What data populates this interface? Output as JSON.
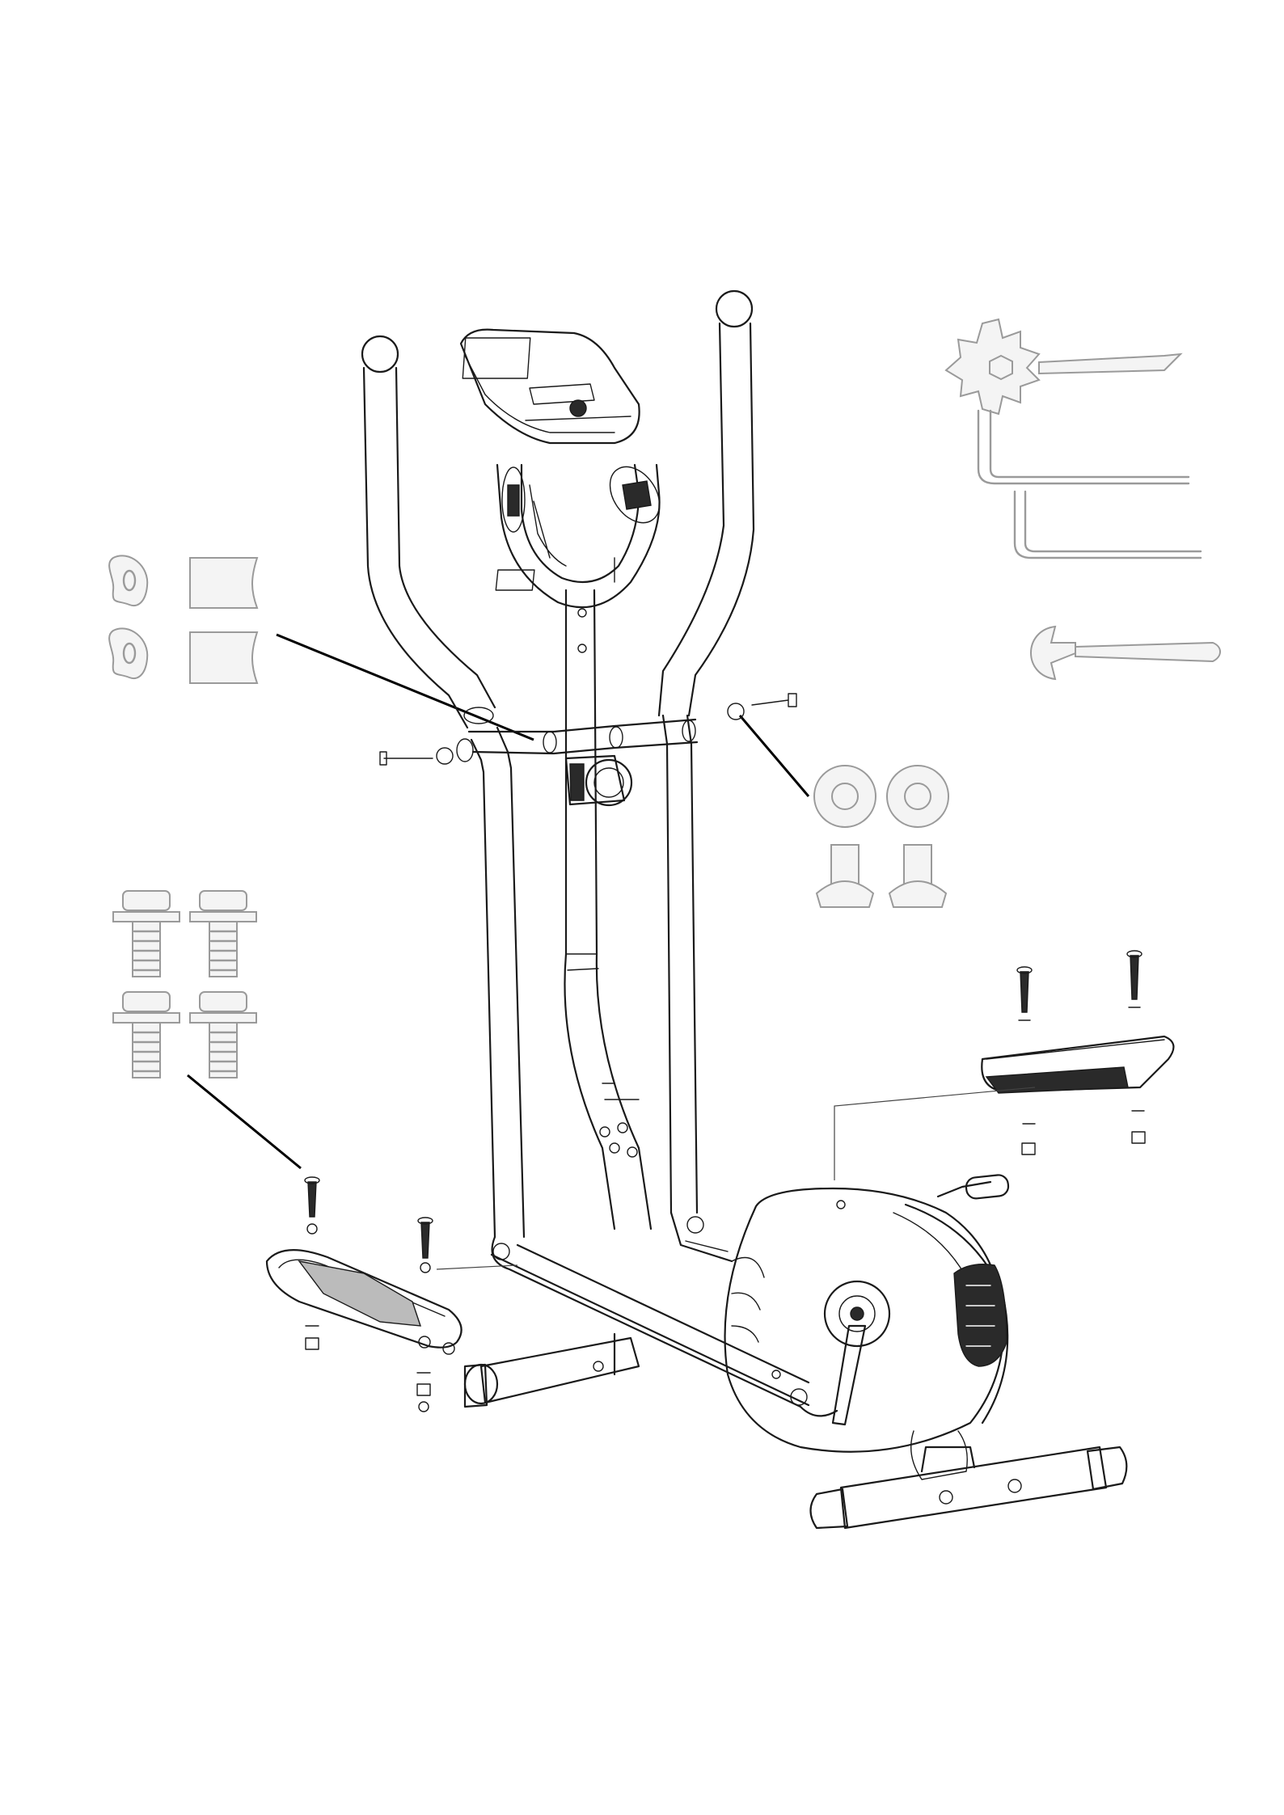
{
  "diagram": {
    "kind": "exploded-assembly-drawing",
    "subject": "elliptical-cross-trainer",
    "line_color": "#1a1a1a",
    "hardware_tint": "#9a9a9a",
    "background": "#ffffff",
    "hardware_groups": [
      {
        "id": "handlebar-caps-and-sleeves",
        "icon": "curved-cap-and-sleeve-icon",
        "count": 2
      },
      {
        "id": "handlebar-washers-and-bolts",
        "icon": "washer-and-button-bolt-icon",
        "count": 2
      },
      {
        "id": "pedal-bolts",
        "icon": "flange-bolt-icon",
        "count": 4
      },
      {
        "id": "tools",
        "icons": [
          "multi-spanner-icon",
          "allen-key-icon",
          "allen-key-icon",
          "open-wrench-icon"
        ]
      }
    ]
  }
}
